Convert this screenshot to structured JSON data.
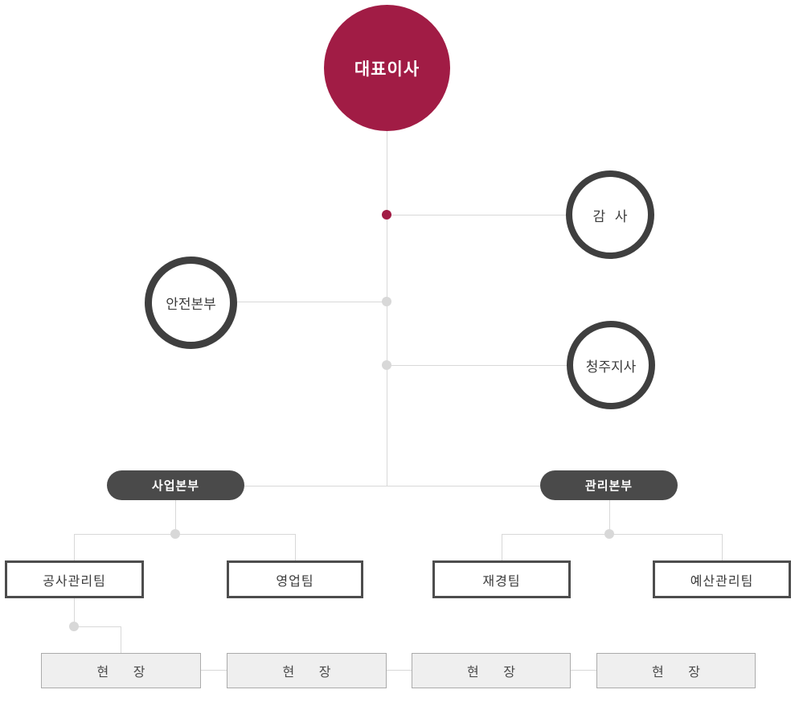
{
  "org_chart": {
    "nodes": {
      "ceo": {
        "label": "대표이사",
        "shape": "filled-circle"
      },
      "auditor": {
        "label": "감 사",
        "shape": "outlined-circle"
      },
      "safety_hq": {
        "label": "안전본부",
        "shape": "outlined-circle"
      },
      "cheongju_branch": {
        "label": "청주지사",
        "shape": "outlined-circle"
      },
      "business_hq": {
        "label": "사업본부",
        "shape": "dark-pill"
      },
      "management_hq": {
        "label": "관리본부",
        "shape": "dark-pill"
      },
      "construction_mgmt_team": {
        "label": "공사관리팀",
        "shape": "outlined-box"
      },
      "sales_team": {
        "label": "영업팀",
        "shape": "outlined-box"
      },
      "finance_team": {
        "label": "재경팀",
        "shape": "outlined-box"
      },
      "budget_mgmt_team": {
        "label": "예산관리팀",
        "shape": "outlined-box"
      },
      "site1": {
        "label": "현 장",
        "shape": "gray-box"
      },
      "site2": {
        "label": "현 장",
        "shape": "gray-box"
      },
      "site3": {
        "label": "현 장",
        "shape": "gray-box"
      },
      "site4": {
        "label": "현 장",
        "shape": "gray-box"
      }
    },
    "edges": [
      "대표이사 > 감 사",
      "대표이사 > 안전본부",
      "대표이사 > 청주지사",
      "대표이사 > 사업본부",
      "대표이사 > 관리본부",
      "사업본부 > 공사관리팀",
      "사업본부 > 영업팀",
      "관리본부 > 재경팀",
      "관리본부 > 예산관리팀",
      "공사관리팀 > 현 장",
      "현 장 - 현 장 - 현 장 - 현 장"
    ],
    "colors": {
      "primary": "#A11C45",
      "dark": "#3F3F3F",
      "pill": "#4A4A4A",
      "line": "#D8D8D8",
      "site_bg": "#EFEFEF",
      "site_border": "#ABABAB"
    }
  }
}
